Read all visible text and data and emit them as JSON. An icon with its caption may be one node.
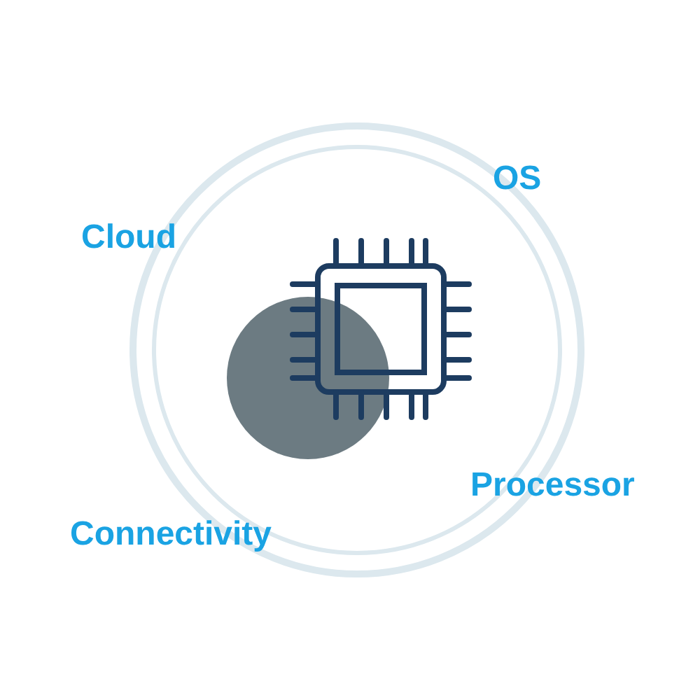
{
  "diagram": {
    "labels": [
      "OS",
      "Cloud",
      "Processor",
      "Connectivity"
    ]
  }
}
